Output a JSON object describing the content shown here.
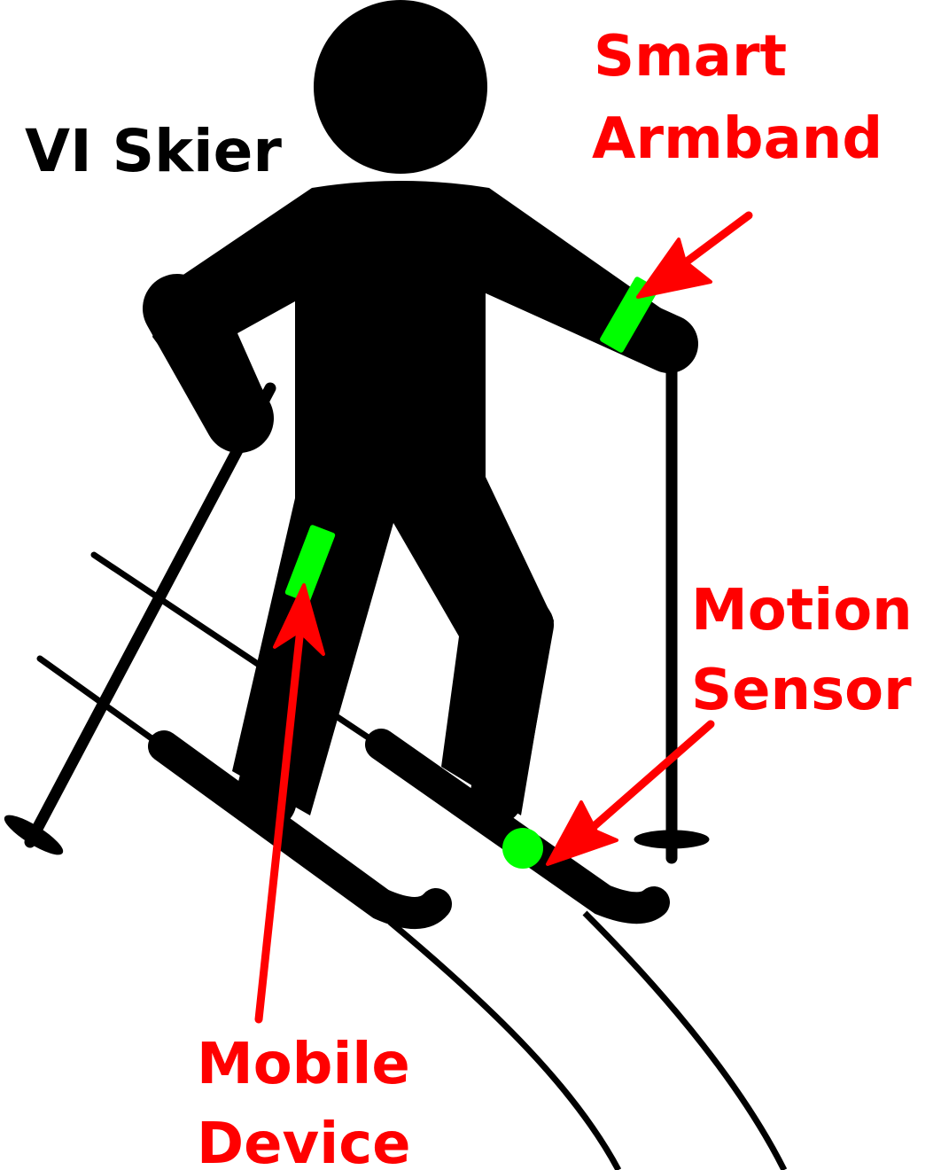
{
  "diagram": {
    "title": "VI Skier",
    "labels": {
      "armband": [
        "Smart",
        "Armband"
      ],
      "motion": [
        "Motion",
        "Sensor"
      ],
      "mobile": [
        "Mobile",
        "Device"
      ]
    },
    "colors": {
      "figure": "#000000",
      "annotation": "#ff0000",
      "device": "#00ff00",
      "background": "#ffffff"
    }
  }
}
